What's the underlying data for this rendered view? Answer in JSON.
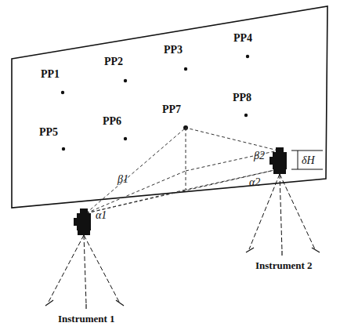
{
  "diagram": {
    "labels": [
      "PP1",
      "PP2",
      "PP3",
      "PP4",
      "PP5",
      "PP6",
      "PP7",
      "PP8",
      "β1",
      "α1",
      "β2",
      "α2",
      "δH",
      "Instrument 1",
      "Instrument 2"
    ]
  }
}
